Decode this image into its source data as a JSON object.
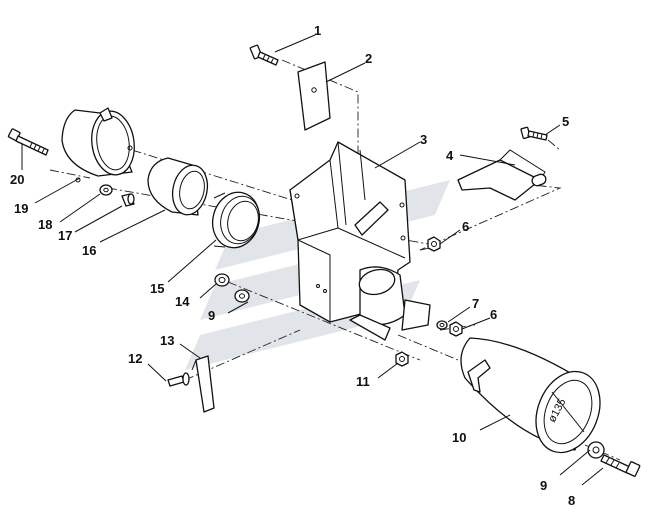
{
  "diagram": {
    "callouts": [
      "1",
      "2",
      "3",
      "4",
      "5",
      "6",
      "6",
      "7",
      "8",
      "9",
      "9",
      "10",
      "11",
      "12",
      "13",
      "14",
      "15",
      "16",
      "17",
      "18",
      "19",
      "20"
    ],
    "dimension_label": "ø135"
  },
  "colors": {
    "line": "#111111",
    "watermark": "#c9d0d9",
    "background": "#ffffff"
  }
}
